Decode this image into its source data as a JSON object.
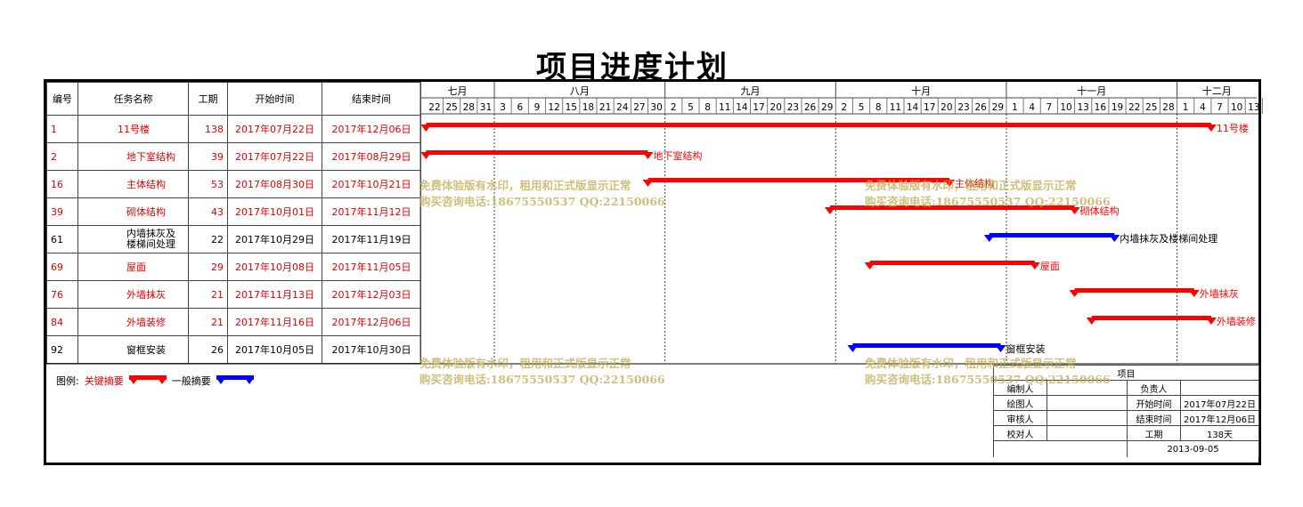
{
  "title": "项目进度计划",
  "colors": {
    "critical": "#ff0000",
    "normal": "#0000ff",
    "watermark": "#c8b464"
  },
  "table": {
    "headers": {
      "id": "编号",
      "name": "任务名称",
      "duration": "工期",
      "start": "开始时间",
      "end": "结束时间"
    },
    "rows": [
      {
        "id": "1",
        "name": "11号楼",
        "duration": "138",
        "start": "2017年07月22日",
        "end": "2017年12月06日",
        "critical": true
      },
      {
        "id": "2",
        "name": "地下室结构",
        "duration": "39",
        "start": "2017年07月22日",
        "end": "2017年08月29日",
        "critical": true
      },
      {
        "id": "16",
        "name": "主体结构",
        "duration": "53",
        "start": "2017年08月30日",
        "end": "2017年10月21日",
        "critical": true
      },
      {
        "id": "39",
        "name": "砌体结构",
        "duration": "43",
        "start": "2017年10月01日",
        "end": "2017年11月12日",
        "critical": true
      },
      {
        "id": "61",
        "name": "内墙抹灰及楼梯间处理",
        "duration": "22",
        "start": "2017年10月29日",
        "end": "2017年11月19日",
        "critical": false
      },
      {
        "id": "69",
        "name": "屋面",
        "duration": "29",
        "start": "2017年10月08日",
        "end": "2017年11月05日",
        "critical": true
      },
      {
        "id": "76",
        "name": "外墙抹灰",
        "duration": "21",
        "start": "2017年11月13日",
        "end": "2017年12月03日",
        "critical": true
      },
      {
        "id": "84",
        "name": "外墙装修",
        "duration": "21",
        "start": "2017年11月16日",
        "end": "2017年12月06日",
        "critical": true
      },
      {
        "id": "92",
        "name": "窗框安装",
        "duration": "26",
        "start": "2017年10月05日",
        "end": "2017年10月30日",
        "critical": false
      }
    ]
  },
  "chart_data": {
    "type": "gantt",
    "month_labels": [
      "七月",
      "八月",
      "九月",
      "十月",
      "十一月",
      "十二月"
    ],
    "day_ticks": [
      "2017-07-22",
      "2017-07-25",
      "2017-07-28",
      "2017-07-31",
      "2017-08-03",
      "2017-08-06",
      "2017-08-09",
      "2017-08-12",
      "2017-08-15",
      "2017-08-18",
      "2017-08-21",
      "2017-08-24",
      "2017-08-27",
      "2017-08-30",
      "2017-09-02",
      "2017-09-05",
      "2017-09-08",
      "2017-09-11",
      "2017-09-14",
      "2017-09-17",
      "2017-09-20",
      "2017-09-23",
      "2017-09-26",
      "2017-09-29",
      "2017-10-02",
      "2017-10-05",
      "2017-10-08",
      "2017-10-11",
      "2017-10-14",
      "2017-10-17",
      "2017-10-20",
      "2017-10-23",
      "2017-10-26",
      "2017-10-29",
      "2017-11-01",
      "2017-11-04",
      "2017-11-07",
      "2017-11-10",
      "2017-11-13",
      "2017-11-16",
      "2017-11-19",
      "2017-11-22",
      "2017-11-25",
      "2017-11-28",
      "2017-12-01",
      "2017-12-04",
      "2017-12-07",
      "2017-12-10",
      "2017-12-13"
    ],
    "day_tick_labels": [
      "22",
      "25",
      "28",
      "31",
      "3",
      "6",
      "9",
      "12",
      "15",
      "18",
      "21",
      "24",
      "27",
      "30",
      "2",
      "5",
      "8",
      "11",
      "14",
      "17",
      "20",
      "23",
      "26",
      "29",
      "2",
      "5",
      "8",
      "11",
      "14",
      "17",
      "20",
      "23",
      "26",
      "29",
      "1",
      "4",
      "7",
      "10",
      "13",
      "16",
      "19",
      "22",
      "25",
      "28",
      "1",
      "4",
      "7",
      "10",
      "13"
    ],
    "x_range": [
      "2017-07-21",
      "2017-12-15"
    ],
    "tasks": [
      {
        "label": "11号楼",
        "start": "2017-07-22",
        "end": "2017-12-06",
        "critical": true
      },
      {
        "label": "地下室结构",
        "start": "2017-07-22",
        "end": "2017-08-29",
        "critical": true
      },
      {
        "label": "主体结构",
        "start": "2017-08-30",
        "end": "2017-10-21",
        "critical": true
      },
      {
        "label": "砌体结构",
        "start": "2017-10-01",
        "end": "2017-11-12",
        "critical": true
      },
      {
        "label": "内墙抹灰及楼梯间处理",
        "start": "2017-10-29",
        "end": "2017-11-19",
        "critical": false
      },
      {
        "label": "屋面",
        "start": "2017-10-08",
        "end": "2017-11-05",
        "critical": true
      },
      {
        "label": "外墙抹灰",
        "start": "2017-11-13",
        "end": "2017-12-03",
        "critical": true
      },
      {
        "label": "外墙装修",
        "start": "2017-11-16",
        "end": "2017-12-06",
        "critical": true
      },
      {
        "label": "窗框安装",
        "start": "2017-10-05",
        "end": "2017-10-30",
        "critical": false
      }
    ]
  },
  "legend": {
    "title": "图例:",
    "critical": "关键摘要",
    "normal": "一般摘要"
  },
  "info": {
    "title": "项目",
    "labels": {
      "editor": "编制人",
      "drawer": "绘图人",
      "reviewer": "审核人",
      "checker": "校对人",
      "owner": "负责人",
      "start": "开始时间",
      "end": "结束时间",
      "duration": "工期"
    },
    "values": {
      "start": "2017年07月22日",
      "end": "2017年12月06日",
      "duration": "138天",
      "date": "2013-09-05"
    }
  },
  "watermark": {
    "line1": "免费体验版有水印，租用和正式版显示正常",
    "line2": "购买咨询电话:18675550537 QQ:22150066"
  }
}
